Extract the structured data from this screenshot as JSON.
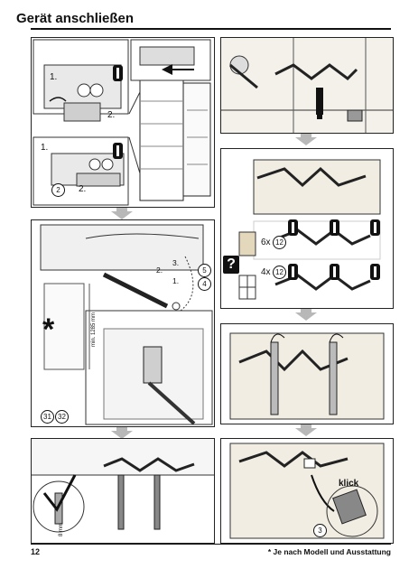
{
  "page": {
    "title": "Gerät anschließen",
    "page_number": "12",
    "footnote": "* Je nach Modell und Ausstattung"
  },
  "panel1": {
    "step_a": "1.",
    "step_b": "2.",
    "step_c": "1.",
    "step_d": "2."
  },
  "panel1_circled": [
    "2"
  ],
  "panel3": {
    "step_1": "1.",
    "step_2": "2.",
    "step_3": "3.",
    "circled": [
      "5",
      "4"
    ],
    "refs": [
      "31",
      "32"
    ],
    "measure": "min. 1285 mm",
    "star": "*"
  },
  "panel4": {
    "qty_6": "6x",
    "qty_4": "4x",
    "ref": "12",
    "question": "?"
  },
  "panel5": {
    "measure": "8 mm"
  },
  "panel6": {
    "klick": "klick",
    "ref": "3"
  },
  "colors": {
    "arrow": "#b8b8b8",
    "line": "#222222",
    "wood": "#f2ede3"
  },
  "icons": [
    "screwdriver-icon",
    "question-icon",
    "wood-panel-icon",
    "fridge-icon"
  ]
}
